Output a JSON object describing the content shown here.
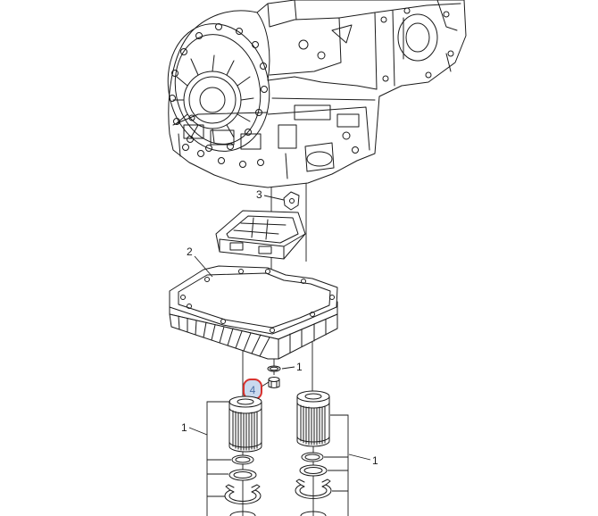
{
  "diagram": {
    "callouts": [
      {
        "label": "3",
        "selected": false
      },
      {
        "label": "2",
        "selected": false
      },
      {
        "label": "1",
        "selected": false
      },
      {
        "label": "4",
        "selected": true
      },
      {
        "label": "1",
        "selected": false
      },
      {
        "label": "1",
        "selected": false
      }
    ],
    "colors": {
      "background": "#ffffff",
      "line": "#1a1a1a",
      "highlight_stroke": "#d8322e",
      "highlight_fill": "#c9d9ee",
      "highlight_text": "#4b6fa5"
    }
  }
}
